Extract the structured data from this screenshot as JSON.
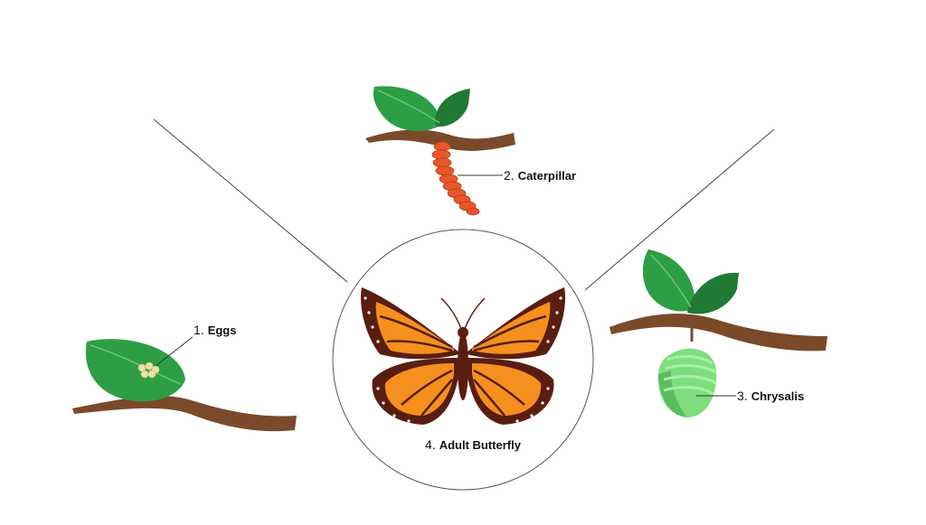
{
  "stages": [
    {
      "number": "1.",
      "name": "Eggs"
    },
    {
      "number": "2.",
      "name": "Caterpillar"
    },
    {
      "number": "3.",
      "name": "Chrysalis"
    },
    {
      "number": "4.",
      "name": "Adult Butterfly"
    }
  ],
  "colors": {
    "leaf": "#2e9e44",
    "leaf_dark": "#1f7a33",
    "branch": "#7a4a2b",
    "eggs": "#e8e3a0",
    "caterpillar": "#e8572a",
    "chrysalis": "#7ede7e",
    "butterfly_orange": "#f5901e",
    "butterfly_dark": "#5a1e10"
  }
}
